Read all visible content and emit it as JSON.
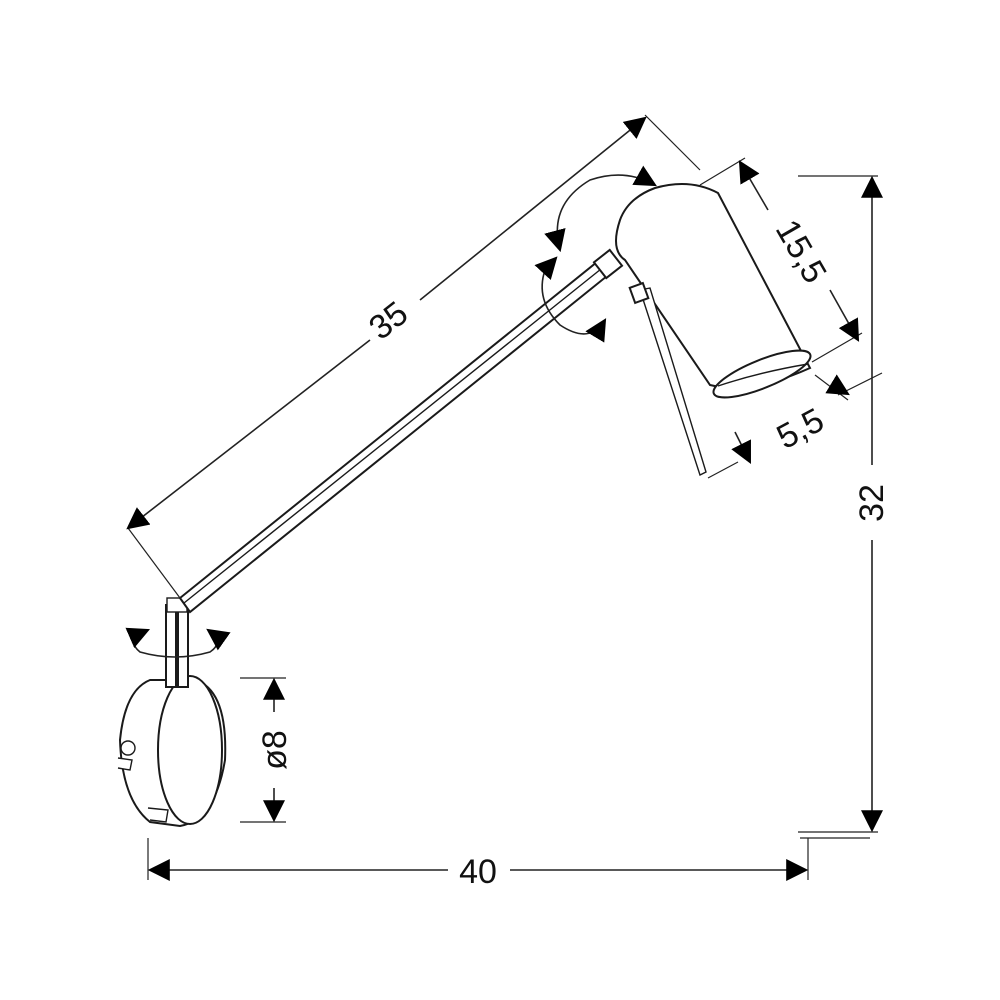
{
  "dimensions": {
    "arm_length": "35",
    "shade_length": "15,5",
    "shade_diameter": "5,5",
    "base_diameter": "ø8",
    "total_height": "32",
    "total_width": "40"
  },
  "colors": {
    "line": "#1a1a1a",
    "arrow": "#000000",
    "background": "#ffffff"
  }
}
